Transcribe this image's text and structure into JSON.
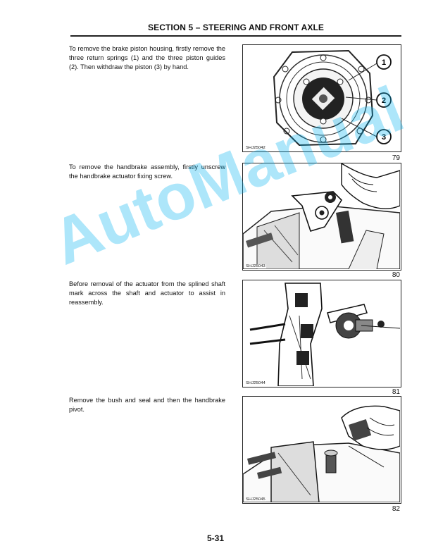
{
  "header": {
    "title": "SECTION 5 – STEERING AND FRONT AXLE"
  },
  "steps": [
    {
      "text": "To remove the brake piston housing, firstly remove the three return springs (1) and the three piston guides (2). Then withdraw the piston (3) by hand.",
      "figure_code": "SHJ25042",
      "figure_number": "79",
      "callouts": [
        "1",
        "2",
        "3"
      ]
    },
    {
      "text": "To remove the handbrake assembly, firstly unscrew the handbrake actuator fixing screw.",
      "figure_code": "SHJ25043",
      "figure_number": "80"
    },
    {
      "text": "Before removal of the actuator from the splined shaft mark across the shaft and actuator to assist in reassembly.",
      "figure_code": "SHJ25044",
      "figure_number": "81"
    },
    {
      "text": "Remove the bush and seal and then the handbrake pivot.",
      "figure_code": "SHJ25045",
      "figure_number": "82"
    }
  ],
  "footer": {
    "page_number": "5-31"
  },
  "watermark": {
    "text": "AutoManual",
    "color": "#00b0f0"
  }
}
